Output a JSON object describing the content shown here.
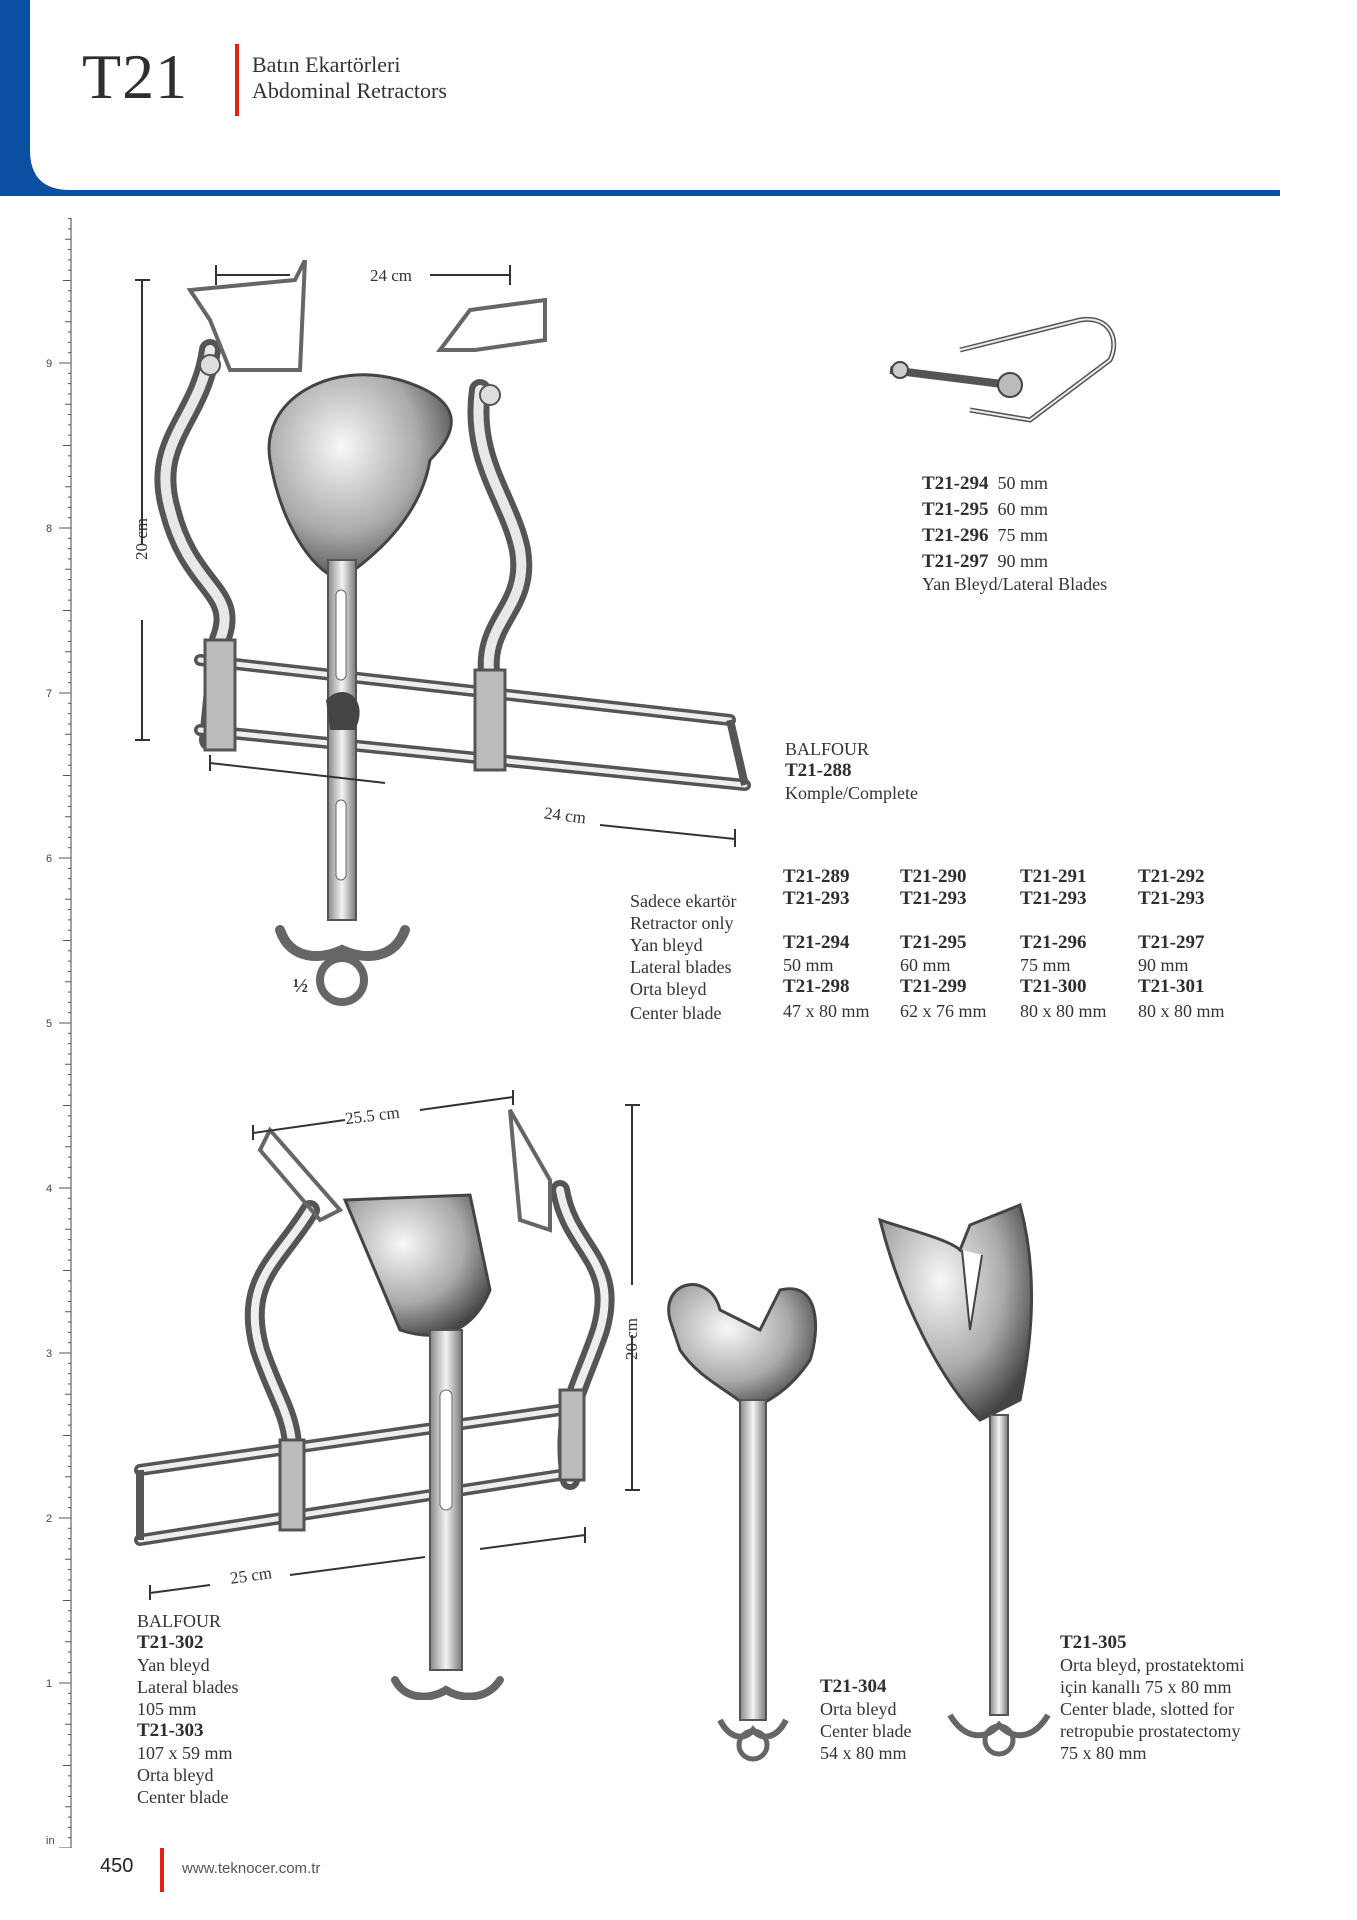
{
  "header": {
    "chapter_code": "T21",
    "title_tr": "Batın Ekartörleri",
    "title_en": "Abdominal Retractors",
    "colors": {
      "brand_blue": "#0b4fa3",
      "accent_red": "#e2231a"
    }
  },
  "ruler": {
    "unit_label": "in",
    "labels": [
      "9",
      "8",
      "7",
      "6",
      "5",
      "4",
      "3",
      "2",
      "1"
    ]
  },
  "section1": {
    "dims": {
      "top_width": "24 cm",
      "height": "20 cm",
      "bar_length": "24 cm",
      "scale": "½"
    },
    "lateral_blades_list": [
      {
        "code": "T21-294",
        "size": "50 mm"
      },
      {
        "code": "T21-295",
        "size": "60 mm"
      },
      {
        "code": "T21-296",
        "size": "75 mm"
      },
      {
        "code": "T21-297",
        "size": "90 mm"
      }
    ],
    "lateral_blades_caption": "Yan Bleyd/Lateral Blades",
    "balfour": {
      "name": "BALFOUR",
      "code": "T21-288",
      "desc": "Komple/Complete"
    },
    "table": {
      "row_labels": {
        "retractor_tr": "Sadece ekartör",
        "retractor_en": "Retractor only",
        "lateral_tr": "Yan bleyd",
        "lateral_en": "Lateral blades",
        "center_tr": "Orta bleyd",
        "center_en": "Center blade"
      },
      "columns": [
        {
          "head": "T21-289",
          "retractor": "T21-293",
          "lateral_code": "T21-294",
          "lateral_size": "50 mm",
          "center_code": "T21-298",
          "center_size": "47 x 80 mm"
        },
        {
          "head": "T21-290",
          "retractor": "T21-293",
          "lateral_code": "T21-295",
          "lateral_size": "60 mm",
          "center_code": "T21-299",
          "center_size": "62 x 76 mm"
        },
        {
          "head": "T21-291",
          "retractor": "T21-293",
          "lateral_code": "T21-296",
          "lateral_size": "75 mm",
          "center_code": "T21-300",
          "center_size": "80 x 80 mm"
        },
        {
          "head": "T21-292",
          "retractor": "T21-293",
          "lateral_code": "T21-297",
          "lateral_size": "90 mm",
          "center_code": "T21-301",
          "center_size": "80 x 80 mm"
        }
      ]
    }
  },
  "section2": {
    "dims": {
      "top_width": "25.5 cm",
      "height": "20 cm",
      "bar_length": "25 cm"
    },
    "balfour": {
      "name": "BALFOUR",
      "code": "T21-302",
      "lateral_tr": "Yan bleyd",
      "lateral_en": "Lateral blades",
      "lateral_size": "105 mm",
      "center_code": "T21-303",
      "center_size": "107 x 59 mm",
      "center_tr": "Orta bleyd",
      "center_en": "Center blade"
    },
    "t21_304": {
      "code": "T21-304",
      "tr": "Orta bleyd",
      "en": "Center blade",
      "size": "54 x 80 mm"
    },
    "t21_305": {
      "code": "T21-305",
      "tr_line1": "Orta bleyd, prostatektomi",
      "tr_line2": "için kanallı 75 x 80 mm",
      "en_line1": "Center blade, slotted for",
      "en_line2": "retropubie prostatectomy",
      "size": "75 x 80 mm"
    }
  },
  "footer": {
    "page_number": "450",
    "website": "www.teknocer.com.tr"
  }
}
